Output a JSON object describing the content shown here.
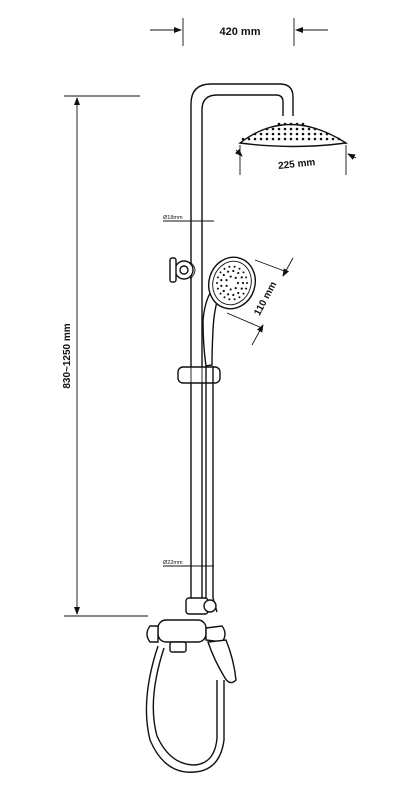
{
  "dimensions": {
    "width_label": "420 mm",
    "head_diameter_label": "225 mm",
    "hand_shower_label": "110 mm",
    "height_label": "830~1250 mm",
    "upper_pipe_label": "Ø18mm",
    "lower_pipe_label": "Ø22mm"
  }
}
